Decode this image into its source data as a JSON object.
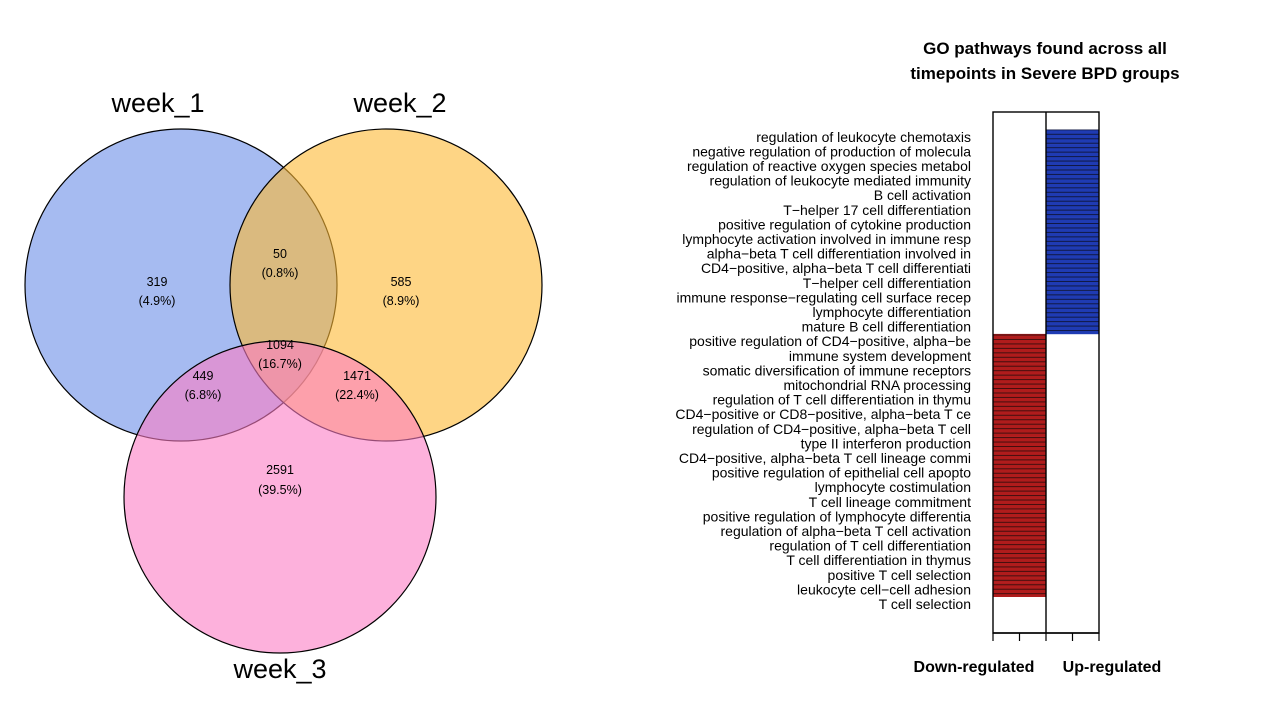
{
  "chart_data": [
    {
      "type": "venn",
      "sets": [
        "week_1",
        "week_2",
        "week_3"
      ],
      "colors": {
        "week_1": "#6b8ee8",
        "week_2": "#fdb933",
        "week_3": "#fb7dc5"
      },
      "regions": [
        {
          "id": "w1_only",
          "count": "319",
          "percent": "(4.9%)"
        },
        {
          "id": "w2_only",
          "count": "585",
          "percent": "(8.9%)"
        },
        {
          "id": "w3_only",
          "count": "2591",
          "percent": "(39.5%)"
        },
        {
          "id": "w1_w2",
          "count": "50",
          "percent": "(0.8%)"
        },
        {
          "id": "w1_w3",
          "count": "449",
          "percent": "(6.8%)"
        },
        {
          "id": "w2_w3",
          "count": "1471",
          "percent": "(22.4%)"
        },
        {
          "id": "w1_w2_w3",
          "count": "1094",
          "percent": "(16.7%)"
        }
      ]
    },
    {
      "type": "heatmap",
      "title": [
        "GO pathways found across all",
        "timepoints in Severe BPD groups"
      ],
      "columns": [
        "Down-regulated",
        "Up-regulated"
      ],
      "colors": {
        "up": "#1f3bb3",
        "down": "#b01c1c",
        "none": "#ffffff"
      },
      "rows": [
        {
          "label": "regulation of leukocyte chemotaxis",
          "value": "up"
        },
        {
          "label": "negative regulation of production of molecula",
          "value": "up"
        },
        {
          "label": "regulation of reactive oxygen species metabol",
          "value": "up"
        },
        {
          "label": "regulation of leukocyte mediated immunity",
          "value": "up"
        },
        {
          "label": "B cell activation",
          "value": "up"
        },
        {
          "label": "T−helper 17 cell differentiation",
          "value": "up"
        },
        {
          "label": "positive regulation of cytokine production",
          "value": "up"
        },
        {
          "label": "lymphocyte activation involved in immune resp",
          "value": "up"
        },
        {
          "label": "alpha−beta T cell differentiation involved in",
          "value": "up"
        },
        {
          "label": "CD4−positive, alpha−beta T cell differentiati",
          "value": "up"
        },
        {
          "label": "T−helper cell differentiation",
          "value": "up"
        },
        {
          "label": "immune response−regulating cell surface recep",
          "value": "up"
        },
        {
          "label": "lymphocyte differentiation",
          "value": "up"
        },
        {
          "label": "mature B cell differentiation",
          "value": "up"
        },
        {
          "label": "positive regulation of CD4−positive, alpha−be",
          "value": "down"
        },
        {
          "label": "immune system development",
          "value": "down"
        },
        {
          "label": "somatic diversification of immune receptors",
          "value": "down"
        },
        {
          "label": "mitochondrial RNA processing",
          "value": "down"
        },
        {
          "label": "regulation of T cell differentiation in thymu",
          "value": "down"
        },
        {
          "label": "CD4−positive or CD8−positive, alpha−beta T ce",
          "value": "down"
        },
        {
          "label": "regulation of CD4−positive, alpha−beta T cell",
          "value": "down"
        },
        {
          "label": "type II interferon production",
          "value": "down"
        },
        {
          "label": "CD4−positive, alpha−beta T cell lineage commi",
          "value": "down"
        },
        {
          "label": "positive regulation of epithelial cell apopto",
          "value": "down"
        },
        {
          "label": "lymphocyte costimulation",
          "value": "down"
        },
        {
          "label": "T cell lineage commitment",
          "value": "down"
        },
        {
          "label": "positive regulation of lymphocyte differentia",
          "value": "down"
        },
        {
          "label": "regulation of alpha−beta T cell activation",
          "value": "down"
        },
        {
          "label": "regulation of T cell differentiation",
          "value": "down"
        },
        {
          "label": "T cell differentiation in thymus",
          "value": "down"
        },
        {
          "label": "positive T cell selection",
          "value": "down"
        },
        {
          "label": "leukocyte cell−cell adhesion",
          "value": "down"
        },
        {
          "label": "T cell selection",
          "value": "none"
        }
      ]
    }
  ]
}
